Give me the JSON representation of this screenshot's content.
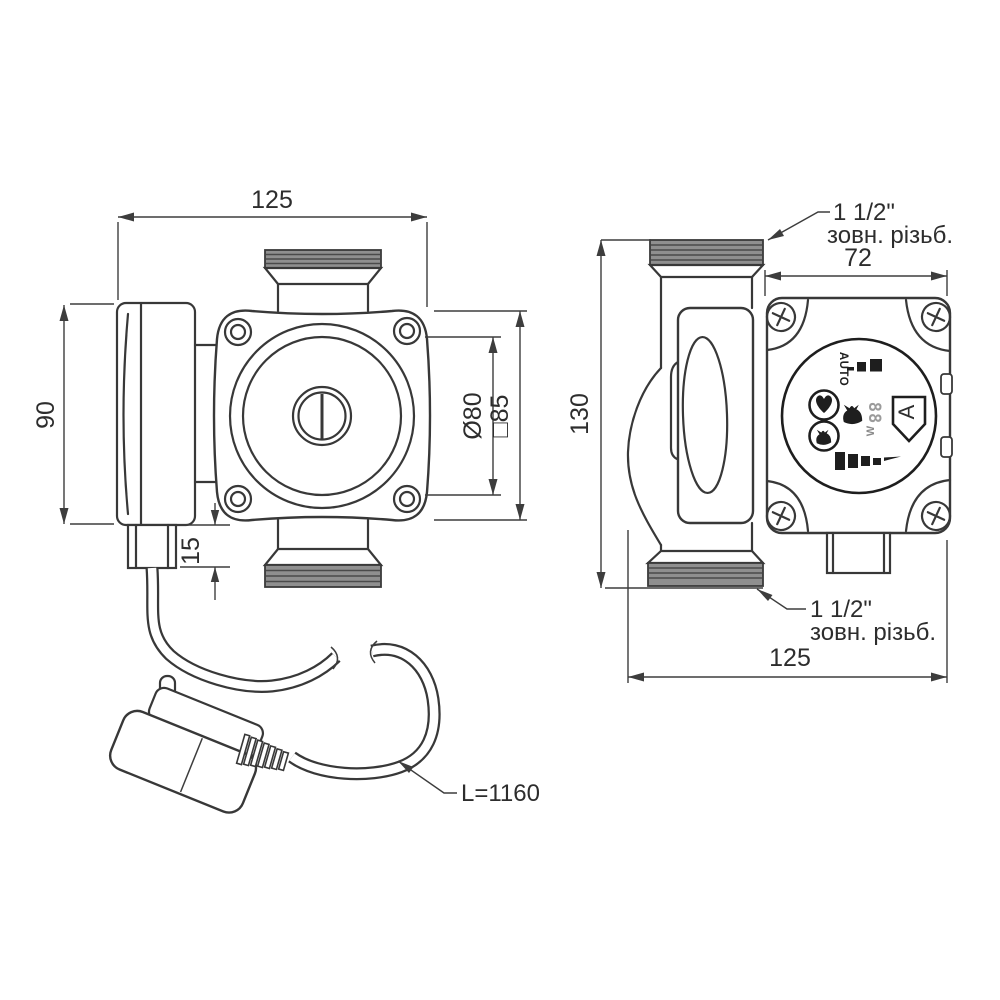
{
  "drawing_type": "pump-technical-drawing",
  "front_view": {
    "width_label": "125",
    "height_label": "90",
    "gland_height_label": "15",
    "rotor_diameter_label": "Ø80",
    "flange_size_label": "□85",
    "cable_length_label": "L=1160"
  },
  "side_view": {
    "depth_label": "72",
    "height_label": "130",
    "width_label": "125",
    "top_thread_label_line1": "1 1/2\"",
    "top_thread_label_line2": "зовн. різьб.",
    "bottom_thread_label_line1": "1 1/2\"",
    "bottom_thread_label_line2": "зовн. різьб.",
    "control_panel": {
      "auto_label": "AUTO",
      "display_value": "88",
      "display_unit": "W",
      "autoadapt_badge": "A"
    }
  },
  "icons": {
    "button_top": "select-down-icon",
    "button_bottom": "pump-mode-icon",
    "middle": "pump-mode-icon",
    "indicator_row": "led-steps-icon",
    "bottom_row": "power-bars-icon",
    "badge": "shield-a-icon"
  },
  "colors": {
    "line": "#383838",
    "thread_fill": "#8f8f8f",
    "display_gray": "#9b9b9b",
    "background": "#ffffff"
  }
}
